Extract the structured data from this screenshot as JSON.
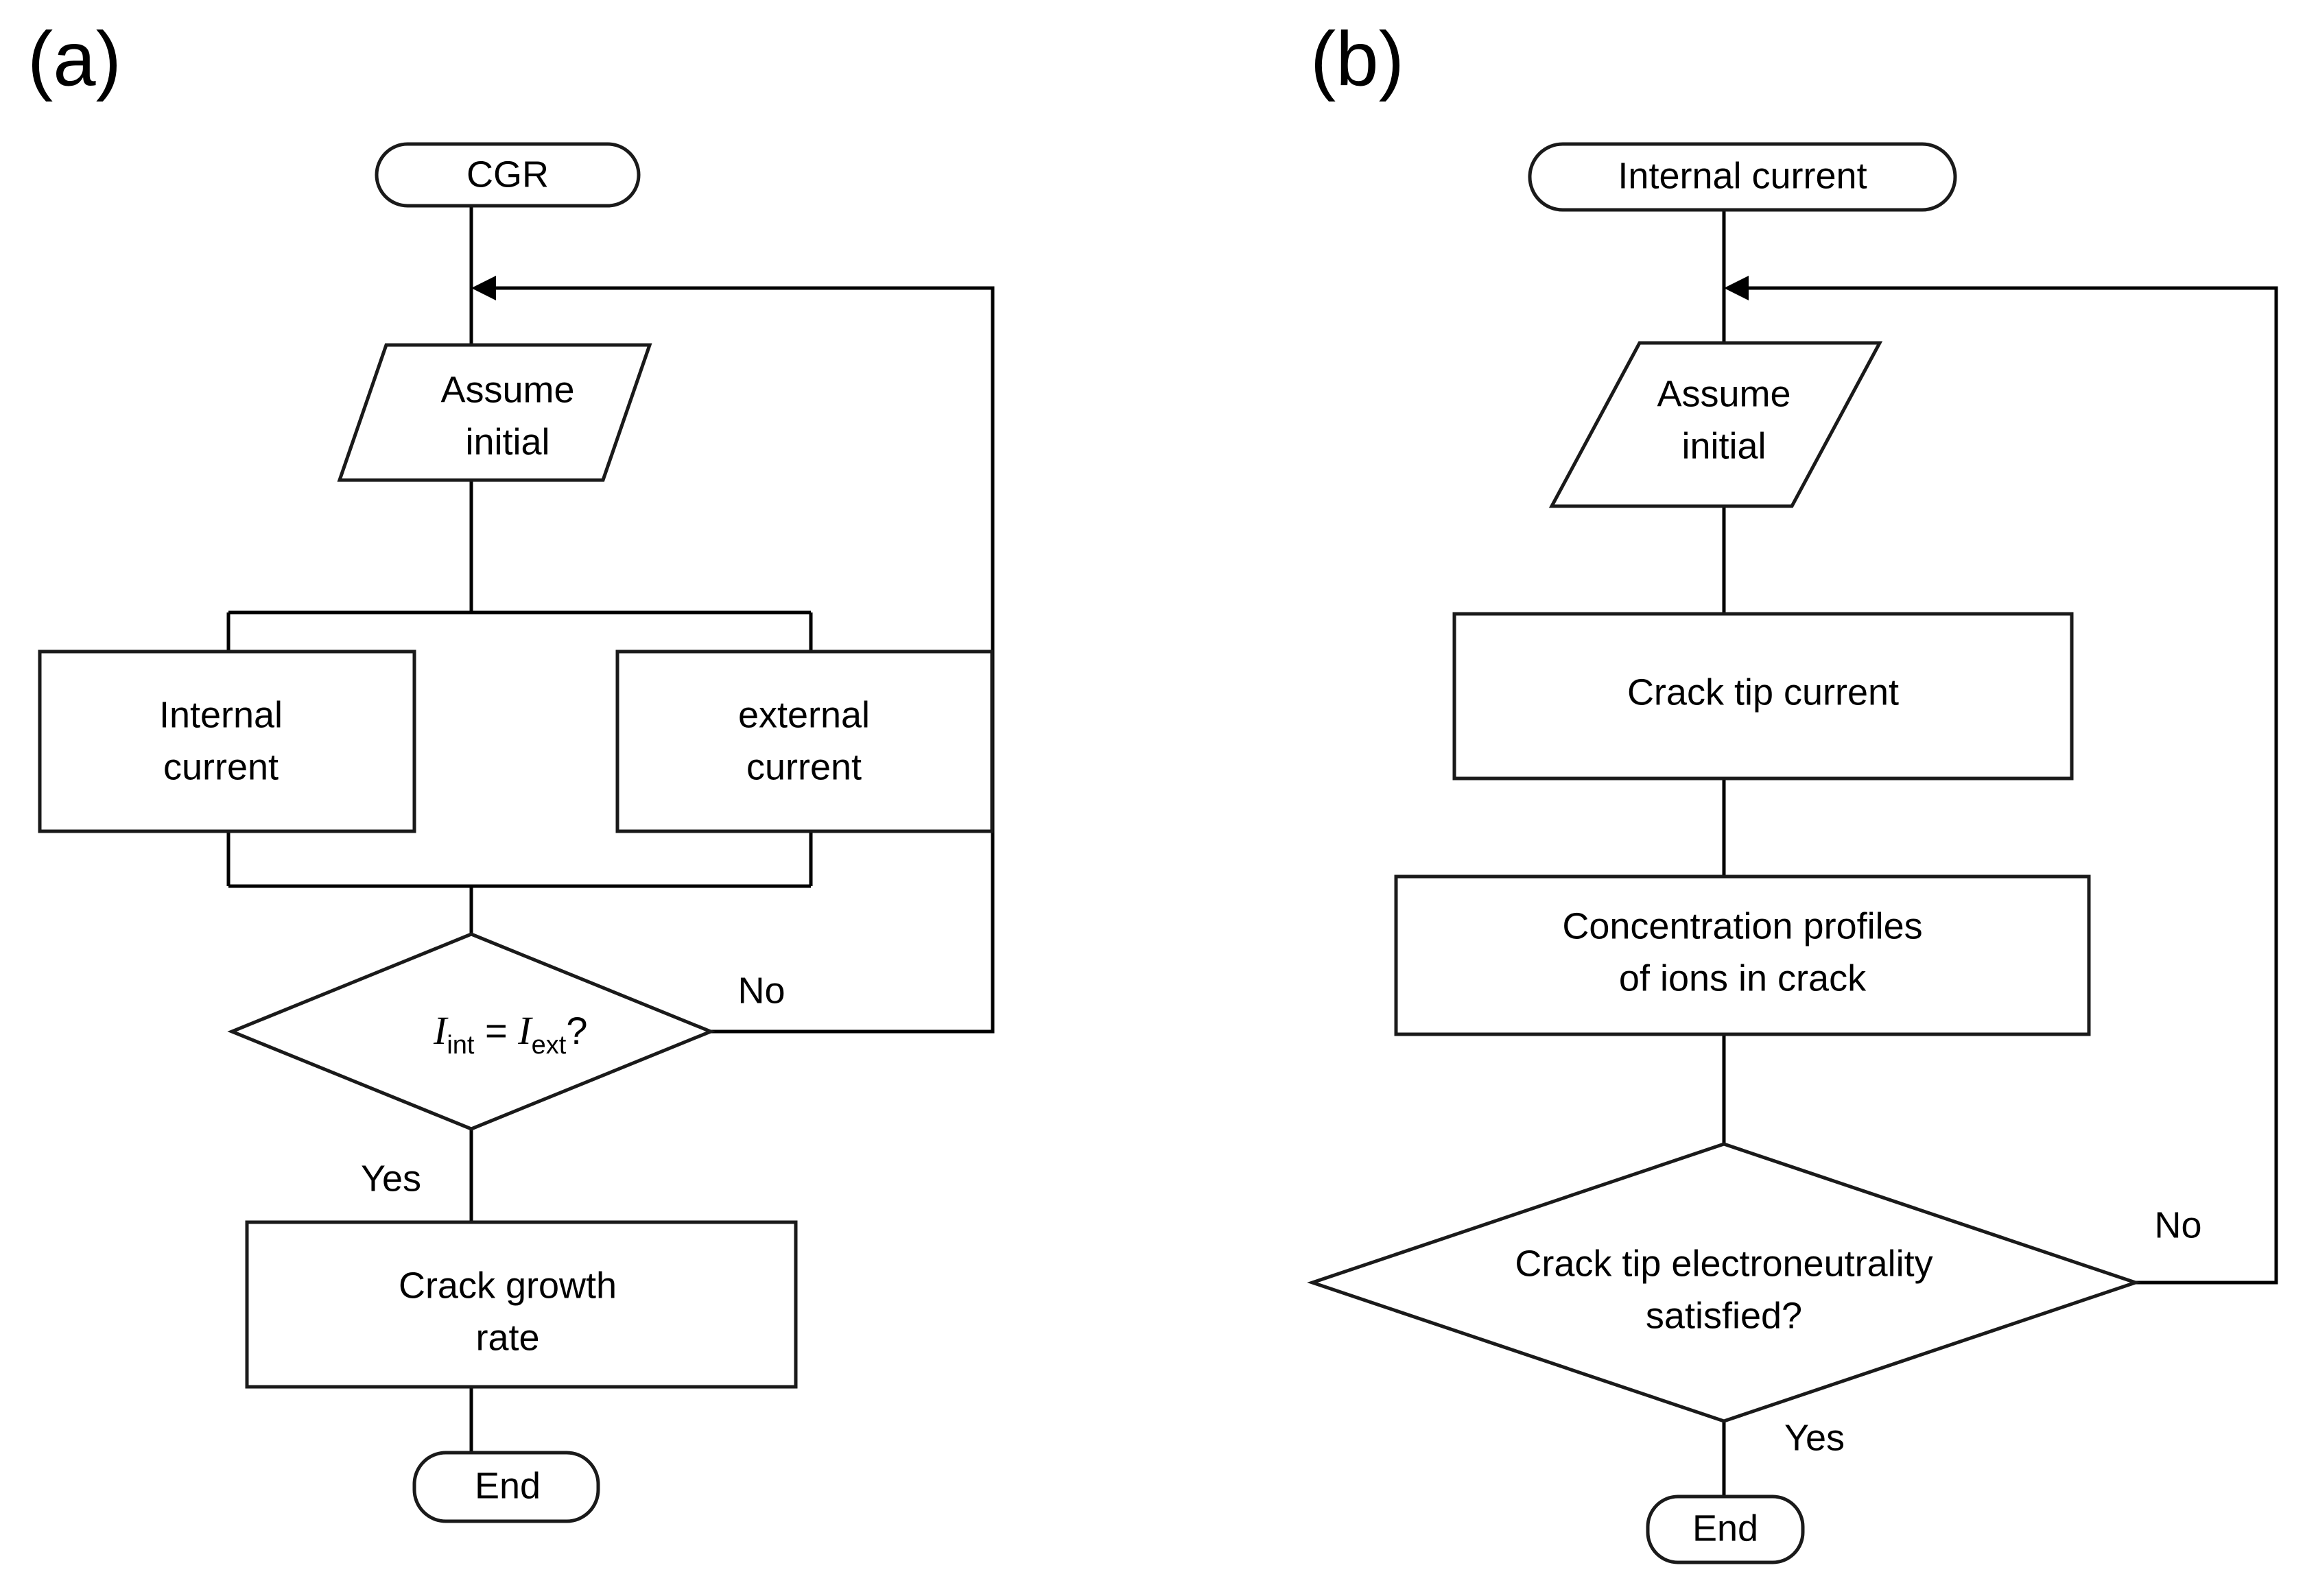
{
  "figure": {
    "background_color": "#ffffff",
    "stroke_color": "#1a1a1a",
    "line_color": "#000000"
  },
  "panels": [
    {
      "id": "a",
      "label": "(a)",
      "nodes": {
        "start": {
          "shape": "rounded-terminator",
          "text": "CGR"
        },
        "assume": {
          "shape": "parallelogram",
          "line1": "Assume",
          "line2": "initial"
        },
        "internal": {
          "shape": "rectangle",
          "line1": "Internal",
          "line2": "current"
        },
        "external": {
          "shape": "rectangle",
          "line1": "external",
          "line2": "current"
        },
        "decision": {
          "shape": "diamond",
          "text": "Iint = Iext?",
          "parts": {
            "i1": "I",
            "sub1": "int",
            "op": " = ",
            "i2": "I",
            "sub2": "ext",
            "q": "?"
          }
        },
        "result": {
          "shape": "rectangle",
          "line1": "Crack growth",
          "line2": "rate"
        },
        "end": {
          "shape": "rounded-terminator",
          "text": "End"
        }
      },
      "edge_labels": {
        "no": "No",
        "yes": "Yes"
      }
    },
    {
      "id": "b",
      "label": "(b)",
      "nodes": {
        "start": {
          "shape": "rounded-terminator",
          "text": "Internal current"
        },
        "assume": {
          "shape": "parallelogram",
          "line1": "Assume",
          "line2": "initial"
        },
        "tip_current": {
          "shape": "rectangle",
          "line1": "Crack tip current"
        },
        "profiles": {
          "shape": "rectangle",
          "line1": "Concentration profiles",
          "line2": "of ions in crack"
        },
        "decision": {
          "shape": "diamond",
          "line1": "Crack tip electroneutrality",
          "line2": "satisfied?"
        },
        "end": {
          "shape": "rounded-terminator",
          "text": "End"
        }
      },
      "edge_labels": {
        "no": "No",
        "yes": "Yes"
      }
    }
  ]
}
